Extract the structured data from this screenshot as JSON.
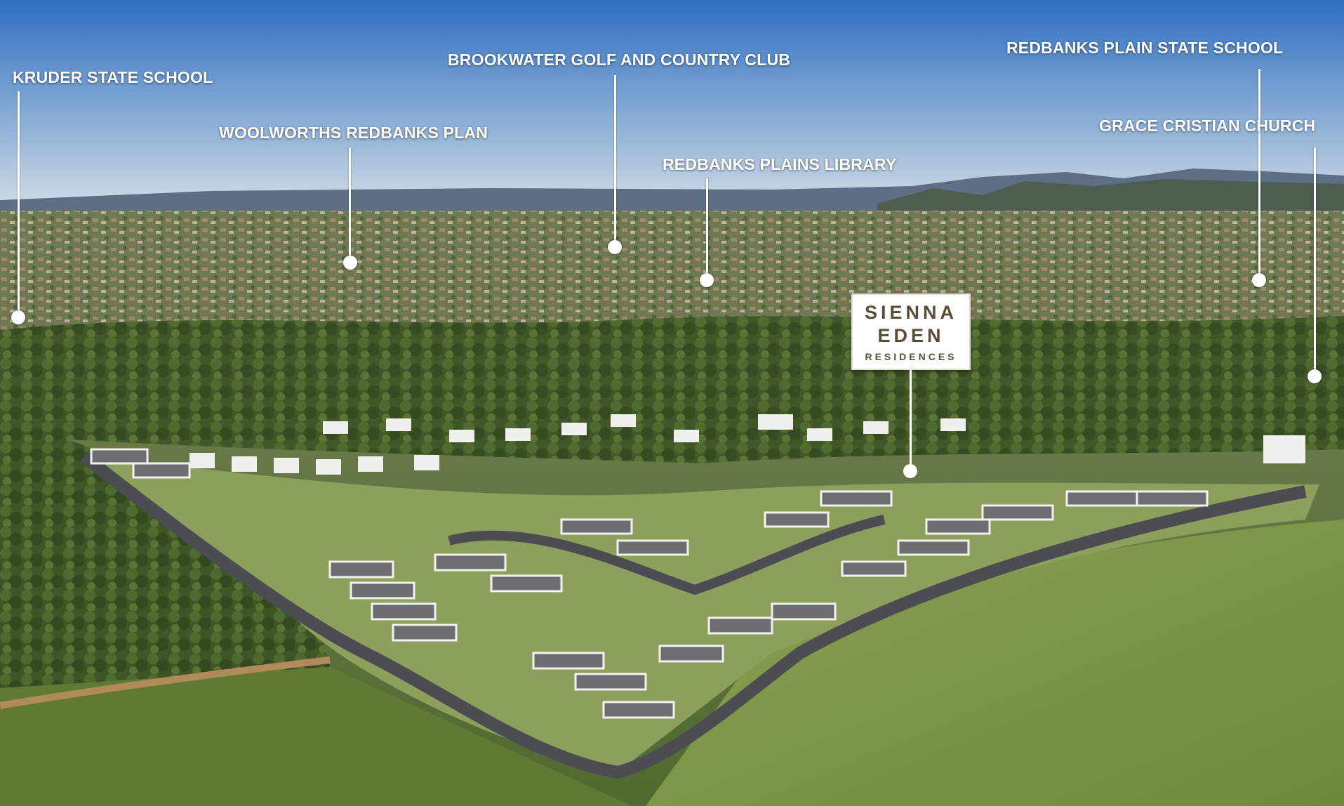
{
  "image": {
    "description_colors": {
      "sky_top": "#2f73c4",
      "sky_bottom": "#c7d6e4",
      "grass": "#6f8a3d",
      "road": "#4a4d52",
      "roof": "#6b6e72",
      "wall": "#f2f2ee",
      "trees": "#3f5a26"
    }
  },
  "poi_markers": [
    {
      "id": "kruder",
      "label": "KRUDER STATE SCHOOL"
    },
    {
      "id": "woolworths",
      "label": "WOOLWORTHS REDBANKS PLAN"
    },
    {
      "id": "brookwater",
      "label": "BROOKWATER GOLF AND COUNTRY CLUB"
    },
    {
      "id": "library",
      "label": "REDBANKS PLAINS LIBRARY"
    },
    {
      "id": "redbanks_school",
      "label": "REDBANKS PLAIN STATE SCHOOL"
    },
    {
      "id": "grace",
      "label": "GRACE CRISTIAN CHURCH"
    }
  ],
  "logo": {
    "line1": "SIENNA",
    "line2": "EDEN",
    "line3": "RESIDENCES"
  }
}
